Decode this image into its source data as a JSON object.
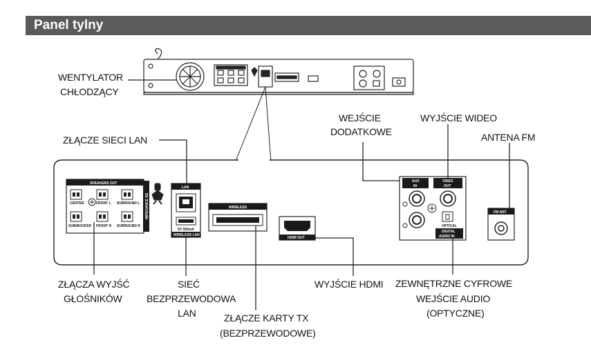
{
  "header": {
    "title": "Panel tylny"
  },
  "labels": {
    "fan_line1": "WENTYLATOR",
    "fan_line2": "CHŁODZĄCY",
    "lan": "ZŁĄCZE SIECI LAN",
    "aux_line1": "WEJŚCIE",
    "aux_line2": "DODATKOWE",
    "video_out": "WYJŚCIE WIDEO",
    "fm": "ANTENA FM",
    "speakers_line1": "ZŁĄCZA WYJŚĆ",
    "speakers_line2": "GŁOŚNIKÓW",
    "wlan_line1": "SIEĆ",
    "wlan_line2": "BEZPRZEWODOWA",
    "wlan_line3": "LAN",
    "hdmi": "WYJŚCIE HDMI",
    "tx_line1": "ZŁĄCZE KARTY TX",
    "tx_line2": "(BEZPRZEWODOWE)",
    "optical_line1": "ZEWNĘTRZNE CYFROWE",
    "optical_line2": "WEJŚCIE AUDIO",
    "optical_line3": "(OPTYCZNE)"
  },
  "panel": {
    "speakers_out": "SPEAKERS OUT",
    "center": "CENTER",
    "front_l": "FRONT L",
    "surround_l": "SURROUND L",
    "subwoofer": "SUBWOOFER",
    "front_r": "FRONT R",
    "surround_r": "SURROUND R",
    "impedance": "IMPEDANCE 3Ω",
    "lan": "LAN",
    "power_rating": "5V 550mA",
    "wireless_lan": "WIRELESS LAN",
    "wireless": "WIRELESS",
    "hdmi_out": "HDMI OUT",
    "aux_in_1": "AUX",
    "aux_in_2": "IN",
    "video_out_1": "VIDEO",
    "video_out_2": "OUT",
    "optical": "OPTICAL",
    "digital_audio_1": "DIGITAL",
    "digital_audio_2": "AUDIO IN",
    "fm_ant": "FM ANT"
  },
  "colors": {
    "header_bg": "#5b5b5b",
    "line": "#222222",
    "port_dark": "#1a1a1a"
  }
}
